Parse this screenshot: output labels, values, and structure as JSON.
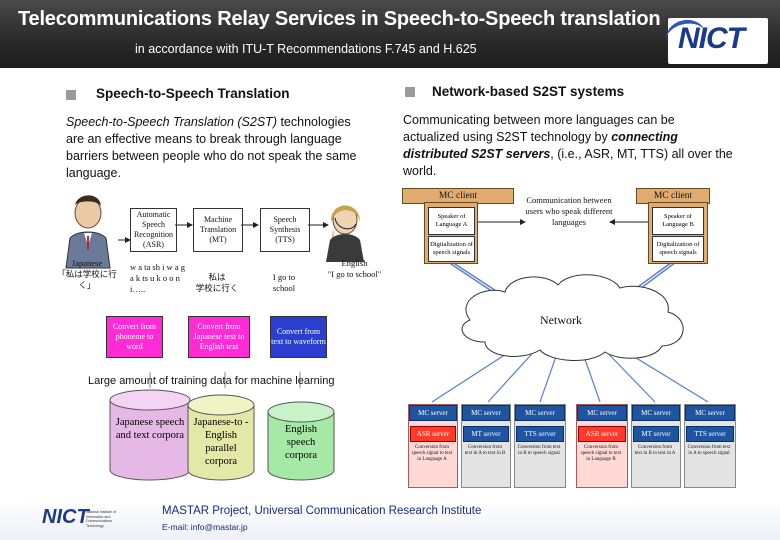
{
  "header": {
    "title": "Telecommunications Relay Services in Speech-to-Speech translation",
    "subtitle": "in accordance with ITU-T Recommendations F.745 and H.625",
    "logo_text": "NICT"
  },
  "left_section": {
    "title": "Speech-to-Speech Translation",
    "para_term": "Speech-to-Speech Translation (S2ST)",
    "para_rest": " technologies are an effective means to break through language barriers between people who do not speak the same language."
  },
  "right_section": {
    "title": "Network-based S2ST systems",
    "para_start": "Communicating between more languages can be actualized using S2ST technology by ",
    "para_term": "connecting distributed S2ST servers",
    "para_end": ", (i.e., ASR, MT, TTS) all over the world."
  },
  "pipeline": {
    "asr_label": "Automatic Speech Recognition (ASR)",
    "mt_label": "Machine Translation (MT)",
    "tts_label": "Speech Synthesis (TTS)",
    "input_lang": "Japanese",
    "input_text": "「私は学校に行く」",
    "romaji": "w a ta sh i w a g a k ts u k o o n i…..",
    "jp_text_line1": "私は",
    "jp_text_line2": "学校に行く",
    "en_text": "I go to school",
    "output_lang": "English",
    "output_text": "\"I go to school\"",
    "convert1": "Convert from phoneme to word",
    "convert2": "Convert from Japanese text to English text",
    "convert3": "Convert from text to waveform"
  },
  "training": {
    "caption": "Large amount of training data for machine learning",
    "corpus1": "Japanese speech and text corpora",
    "corpus2": "Japanese-to -English parallel corpora",
    "corpus3": "English speech corpora"
  },
  "network": {
    "mc_client_left": "MC client",
    "mc_client_right": "MC client",
    "speaker_a": "Speaker of Language A",
    "speaker_b": "Speaker of Language B",
    "digitization": "Digitalization of speech signals",
    "communication": "Communication between users who speak different languages",
    "network_label": "Network",
    "servers": [
      {
        "mc": "MC server",
        "role": "ASR server",
        "note": "Conversion from speech signal to text in Language A"
      },
      {
        "mc": "MC server",
        "role": "MT server",
        "note": "Conversion from text in A to text in B"
      },
      {
        "mc": "MC server",
        "role": "TTS server",
        "note": "Conversion from text in B to speech signal"
      },
      {
        "mc": "MC server",
        "role": "ASR server",
        "note": "Conversion from speech signal to text in Language B"
      },
      {
        "mc": "MC server",
        "role": "MT server",
        "note": "Conversion from text in B to text in A"
      },
      {
        "mc": "MC server",
        "role": "TTS server",
        "note": "Conversion from text in A to speech signal"
      }
    ]
  },
  "footer": {
    "project": "MASTAR Project, Universal Communication Research Institute",
    "email": "E-mail: info@mastar.jp",
    "logo_text": "NICT",
    "logo_caption": "National Institute of Information and Communications Technology"
  },
  "colors": {
    "pink": "#ff2bd4",
    "blue": "#2a3fcf",
    "mc_orange": "#e0ab70",
    "server_blue": "#1f55a0",
    "server_red": "#ff3a2a"
  }
}
